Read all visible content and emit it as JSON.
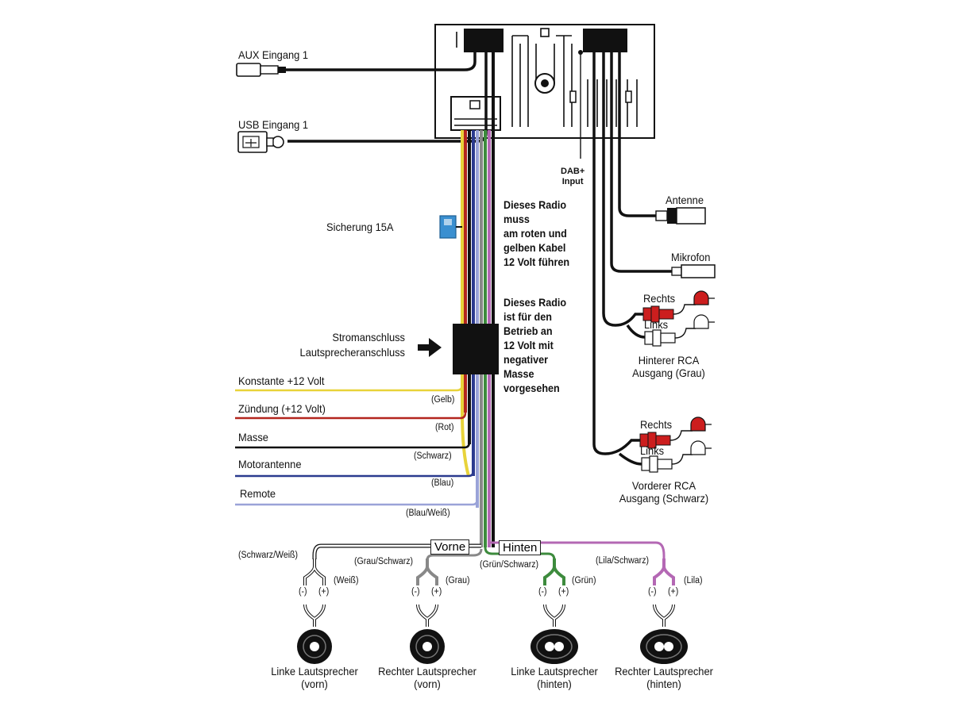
{
  "colors": {
    "line": "#111111",
    "yellow": "#e8d33a",
    "red": "#b3261e",
    "blue": "#2b3a8f",
    "blue_white": "#9aa3d8",
    "green": "#3d8b3d",
    "purple": "#b468b4",
    "grey": "#888888",
    "fuse": "#3a8fd0",
    "rca_red": "#cc1e1e"
  },
  "left_inputs": {
    "aux": "AUX Eingang 1",
    "usb": "USB Eingang 1"
  },
  "fuse_label": "Sicherung 15A",
  "connector_label": {
    "line1": "Stromanschluss",
    "line2": "Lautsprecheranschluss"
  },
  "dab_label": {
    "line1": "DAB+",
    "line2": "Input"
  },
  "notes": {
    "note1": [
      "Dieses Radio",
      "muss",
      "am roten und",
      "gelben Kabel",
      "12 Volt führen"
    ],
    "note2": [
      "Dieses Radio",
      "ist für den",
      "Betrieb an",
      "12 Volt mit",
      "negativer",
      "Masse",
      "vorgesehen"
    ]
  },
  "power_wires": [
    {
      "label": "Konstante +12 Volt",
      "color_label": "(Gelb)",
      "color": "yellow"
    },
    {
      "label": "Zündung (+12 Volt)",
      "color_label": "(Rot)",
      "color": "red"
    },
    {
      "label": "Masse",
      "color_label": "(Schwarz)",
      "color": "black"
    },
    {
      "label": "Motorantenne",
      "color_label": "(Blau)",
      "color": "blue"
    },
    {
      "label": "Remote",
      "color_label": "(Blau/Weiß)",
      "color": "blue_white"
    }
  ],
  "right_outputs": {
    "antenna": "Antenne",
    "mic": "Mikrofon",
    "rear_rca": {
      "right": "Rechts",
      "left": "Links",
      "title1": "Hinterer RCA",
      "title2": "Ausgang (Grau)"
    },
    "front_rca": {
      "right": "Rechts",
      "left": "Links",
      "title1": "Vorderer RCA",
      "title2": "Ausgang (Schwarz)"
    }
  },
  "group_labels": {
    "front": "Vorne",
    "rear": "Hinten"
  },
  "speakers": [
    {
      "neg_wire": "(Schwarz/Weiß)",
      "pos_wire": "(Weiß)",
      "minus": "(-)",
      "plus": "(+)",
      "name": "Linke Lautsprecher",
      "position": "(vorn)"
    },
    {
      "neg_wire": "(Grau/Schwarz)",
      "pos_wire": "(Grau)",
      "minus": "(-)",
      "plus": "(+)",
      "name": "Rechter Lautsprecher",
      "position": "(vorn)"
    },
    {
      "neg_wire": "(Grün/Schwarz)",
      "pos_wire": "(Grün)",
      "minus": "(-)",
      "plus": "(+)",
      "name": "Linke Lautsprecher",
      "position": "(hinten)"
    },
    {
      "neg_wire": "(Lila/Schwarz)",
      "pos_wire": "(Lila)",
      "minus": "(-)",
      "plus": "(+)",
      "name": "Rechter Lautsprecher",
      "position": "(hinten)"
    }
  ]
}
